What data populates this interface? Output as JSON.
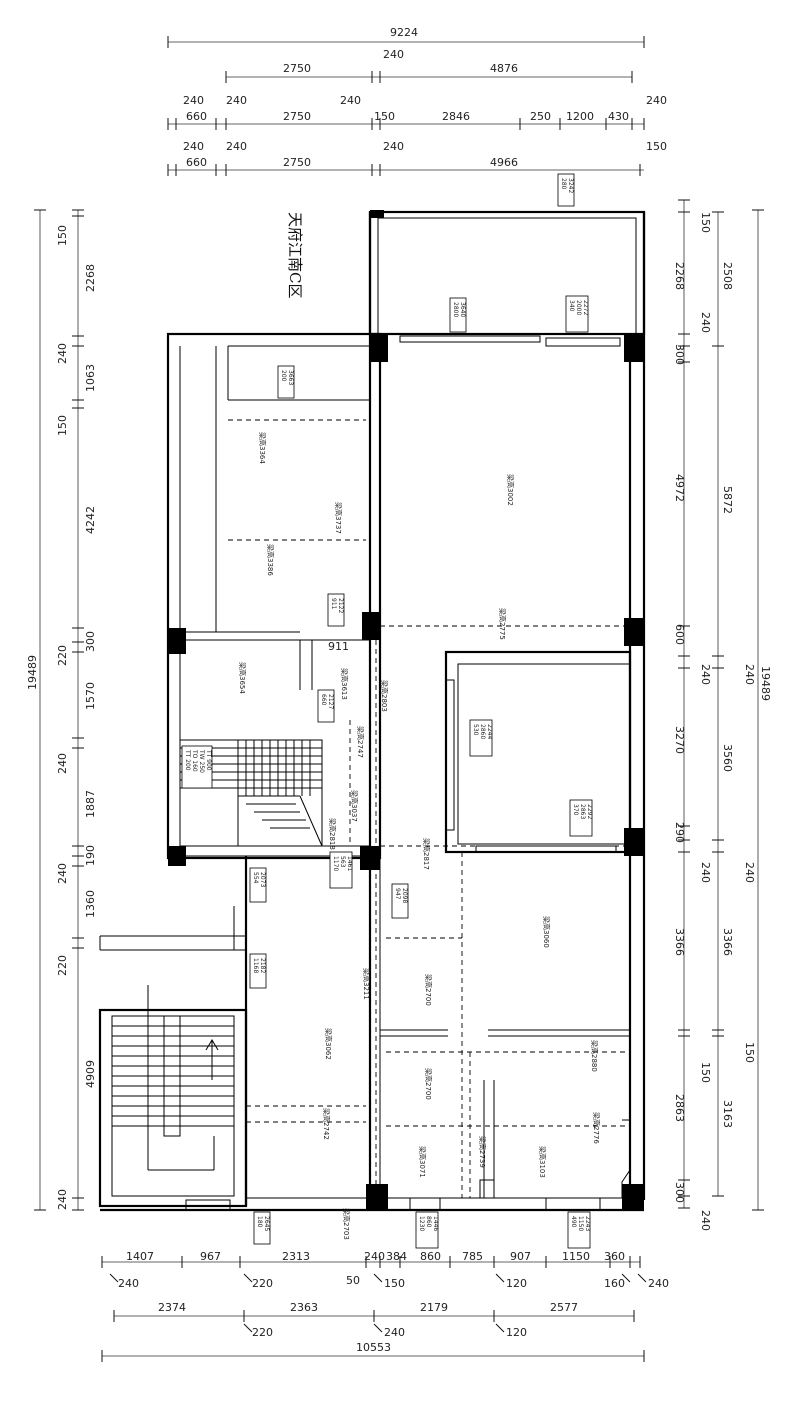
{
  "title": "天府江南C区",
  "top_rows": [
    [
      "9224"
    ],
    [
      "240",
      "2750",
      "4876"
    ],
    [
      "240",
      "660",
      "240",
      "2750",
      "240",
      "150",
      "2846",
      "250",
      "1200",
      "430",
      "240"
    ],
    [
      "240",
      "660",
      "240",
      "2750",
      "240",
      "4966",
      "150"
    ]
  ],
  "bottom_rows": [
    [
      "1407",
      "967",
      "2313",
      "240",
      "384",
      "860",
      "785",
      "907",
      "1150",
      "360"
    ],
    [
      "240",
      "220",
      "50",
      "150",
      "120",
      "160",
      "240"
    ],
    [
      "2374",
      "2363",
      "2179",
      "2577"
    ],
    [
      "220",
      "240",
      "120"
    ],
    [
      "10553"
    ]
  ],
  "left_outer": [
    "150",
    "2268",
    "240",
    "1063",
    "150",
    "4242",
    "300",
    "220",
    "1570",
    "240",
    "1887",
    "190",
    "240",
    "1360",
    "220",
    "4909",
    "240"
  ],
  "left_total": "19489",
  "right_inner": [
    "150",
    "2268",
    "240",
    "300",
    "4972",
    "600",
    "240",
    "3270",
    "290",
    "240",
    "3366",
    "150",
    "2863",
    "300",
    "240"
  ],
  "right_outer": [
    "2508",
    "5872",
    "240",
    "3560",
    "240",
    "3366",
    "150",
    "3163"
  ],
  "right_total": "19489",
  "misc_dims": [
    "911"
  ],
  "beam_labels": [
    "梁高3002",
    "梁高3364",
    "梁高3737",
    "梁高3386",
    "梁高2775",
    "梁高3654",
    "梁高3613",
    "梁高2803",
    "梁高2747",
    "梁高3037",
    "梁高2818",
    "梁高2817",
    "梁高3060",
    "梁高3211",
    "梁高2700",
    "梁高3062",
    "梁高2880",
    "梁高2700",
    "梁高2742",
    "梁高3071",
    "梁高2739",
    "梁高3103",
    "梁高2776",
    "梁高2703"
  ],
  "tags": [
    [
      "280",
      "3242"
    ],
    [
      "2800",
      "3640"
    ],
    [
      "340",
      "2000",
      "2272"
    ],
    [
      "200",
      "3663"
    ],
    [
      "911",
      "2122"
    ],
    [
      "530",
      "2860",
      "2244"
    ],
    [
      "660",
      "2127"
    ],
    [
      "370",
      "2863",
      "2292"
    ],
    [
      "1170",
      "563",
      "1461"
    ],
    [
      "554",
      "2073"
    ],
    [
      "947",
      "2098"
    ],
    [
      "1168",
      "2182"
    ],
    [
      "180",
      "2645"
    ],
    [
      "1230",
      "860",
      "1446"
    ],
    [
      "490",
      "1150",
      "2243"
    ]
  ],
  "stair_labels": [
    "TT 200",
    "TO 160",
    "TW 250",
    "TT 900"
  ]
}
